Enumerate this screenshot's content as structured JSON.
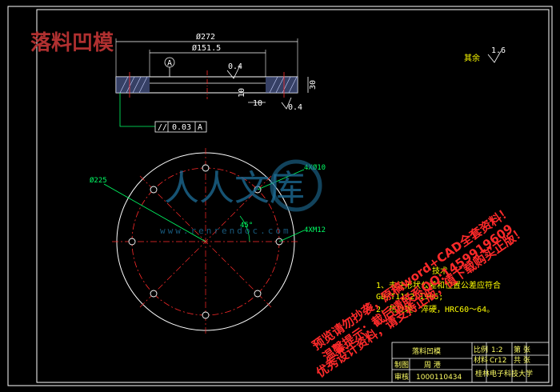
{
  "stamp": "落料凹模",
  "section_view": {
    "dim_outer": "Ø272",
    "dim_inner": "Ø151.5",
    "datum": "A",
    "roughness_top": "0.4",
    "dim_height": "30",
    "dim_step_h": "10",
    "dim_step_w": "10",
    "roughness_side": "0.4",
    "tolerance": {
      "symbol": "//",
      "value": "0.03",
      "datum": "A"
    }
  },
  "plan_view": {
    "dim_diameter": "Ø225",
    "hole_label_1": "4XØ10",
    "hole_label_2": "4XM12",
    "angle": "45°"
  },
  "roughness_note": {
    "label": "其余",
    "value": "1.6"
  },
  "tech_notes": {
    "title": "技术",
    "line1": "1、未注形状公差和位置公差应符合",
    "line2": "GB/T1182-1996;",
    "line3": "2、热处理：淬硬，HRC60～64。"
  },
  "watermark": {
    "logo_text": "人人文库",
    "url_text": "www.renrendoc.com",
    "line1": "预览请勿抄袭，原稿word+CAD全套资料！",
    "line2": "温馨提示：截后请联系QQ:1459919609",
    "line3": "优秀设计资料，请支持正版，值下载购买正版！"
  },
  "title_block": {
    "part_name": "落料凹模",
    "designer_label": "制图",
    "designer": "周 港",
    "reviewer_label": "审核",
    "student_id": "1000110434",
    "scale_label": "比例",
    "scale": "1:2",
    "material_label": "材料",
    "material": "Cr12",
    "sheet_label": "第 张",
    "sheets_label": "共 张",
    "school": "桂林电子科技大学"
  },
  "colors": {
    "background": "#000000",
    "line": "#ffffff",
    "center": "#ff2a2a",
    "dim": "#00ff66",
    "text": "#ffff00"
  }
}
